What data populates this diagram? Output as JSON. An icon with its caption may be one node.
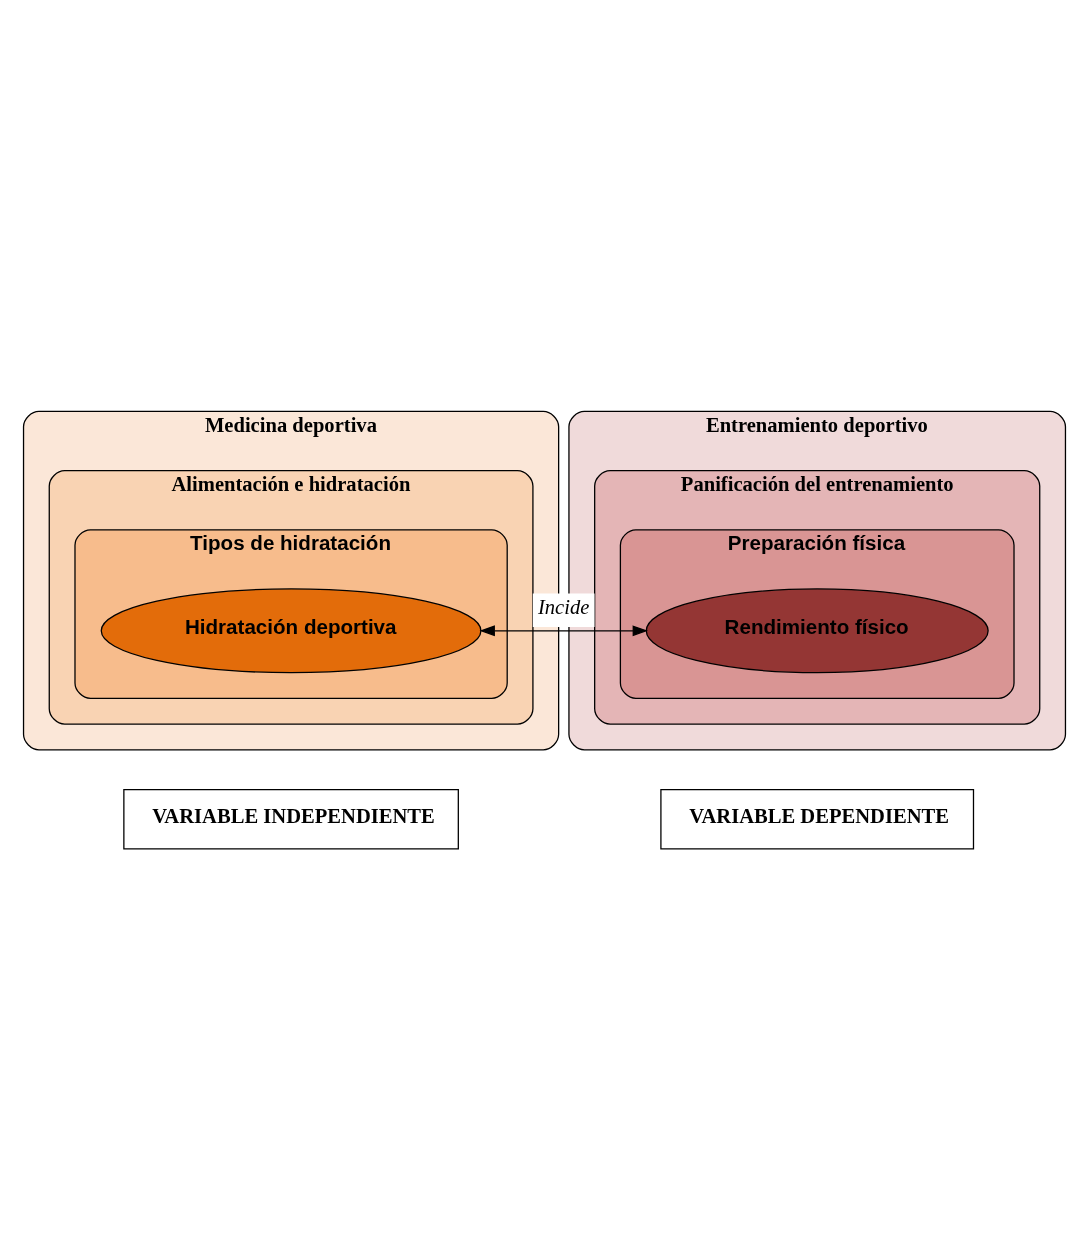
{
  "diagram": {
    "nodes": [
      {
        "text": [
          "Medicina deportiva"
        ]
      },
      {
        "text": [
          "Alimentación e hidratación"
        ],
        "in": 0
      },
      {
        "text": [
          "Tipos de hidratación"
        ],
        "in": 1
      },
      {
        "text": [
          "Hidratación deportiva"
        ],
        "in": 2
      },
      {
        "text": [
          "Entrenamiento deportivo"
        ]
      },
      {
        "text": [
          "Panificación del entrenamiento"
        ],
        "in": 4
      },
      {
        "text": [
          "Preparación física"
        ],
        "in": 5
      },
      {
        "text": [
          "Rendimiento físico"
        ],
        "in": 6
      },
      {
        "text": [
          "VARIABLE INDEPENDIENTE"
        ]
      },
      {
        "text": [
          "VARIABLE DEPENDIENTE"
        ]
      }
    ],
    "edges": [
      {
        "from": 3,
        "to": 7,
        "arrow": "both",
        "label": "Incide"
      }
    ]
  }
}
